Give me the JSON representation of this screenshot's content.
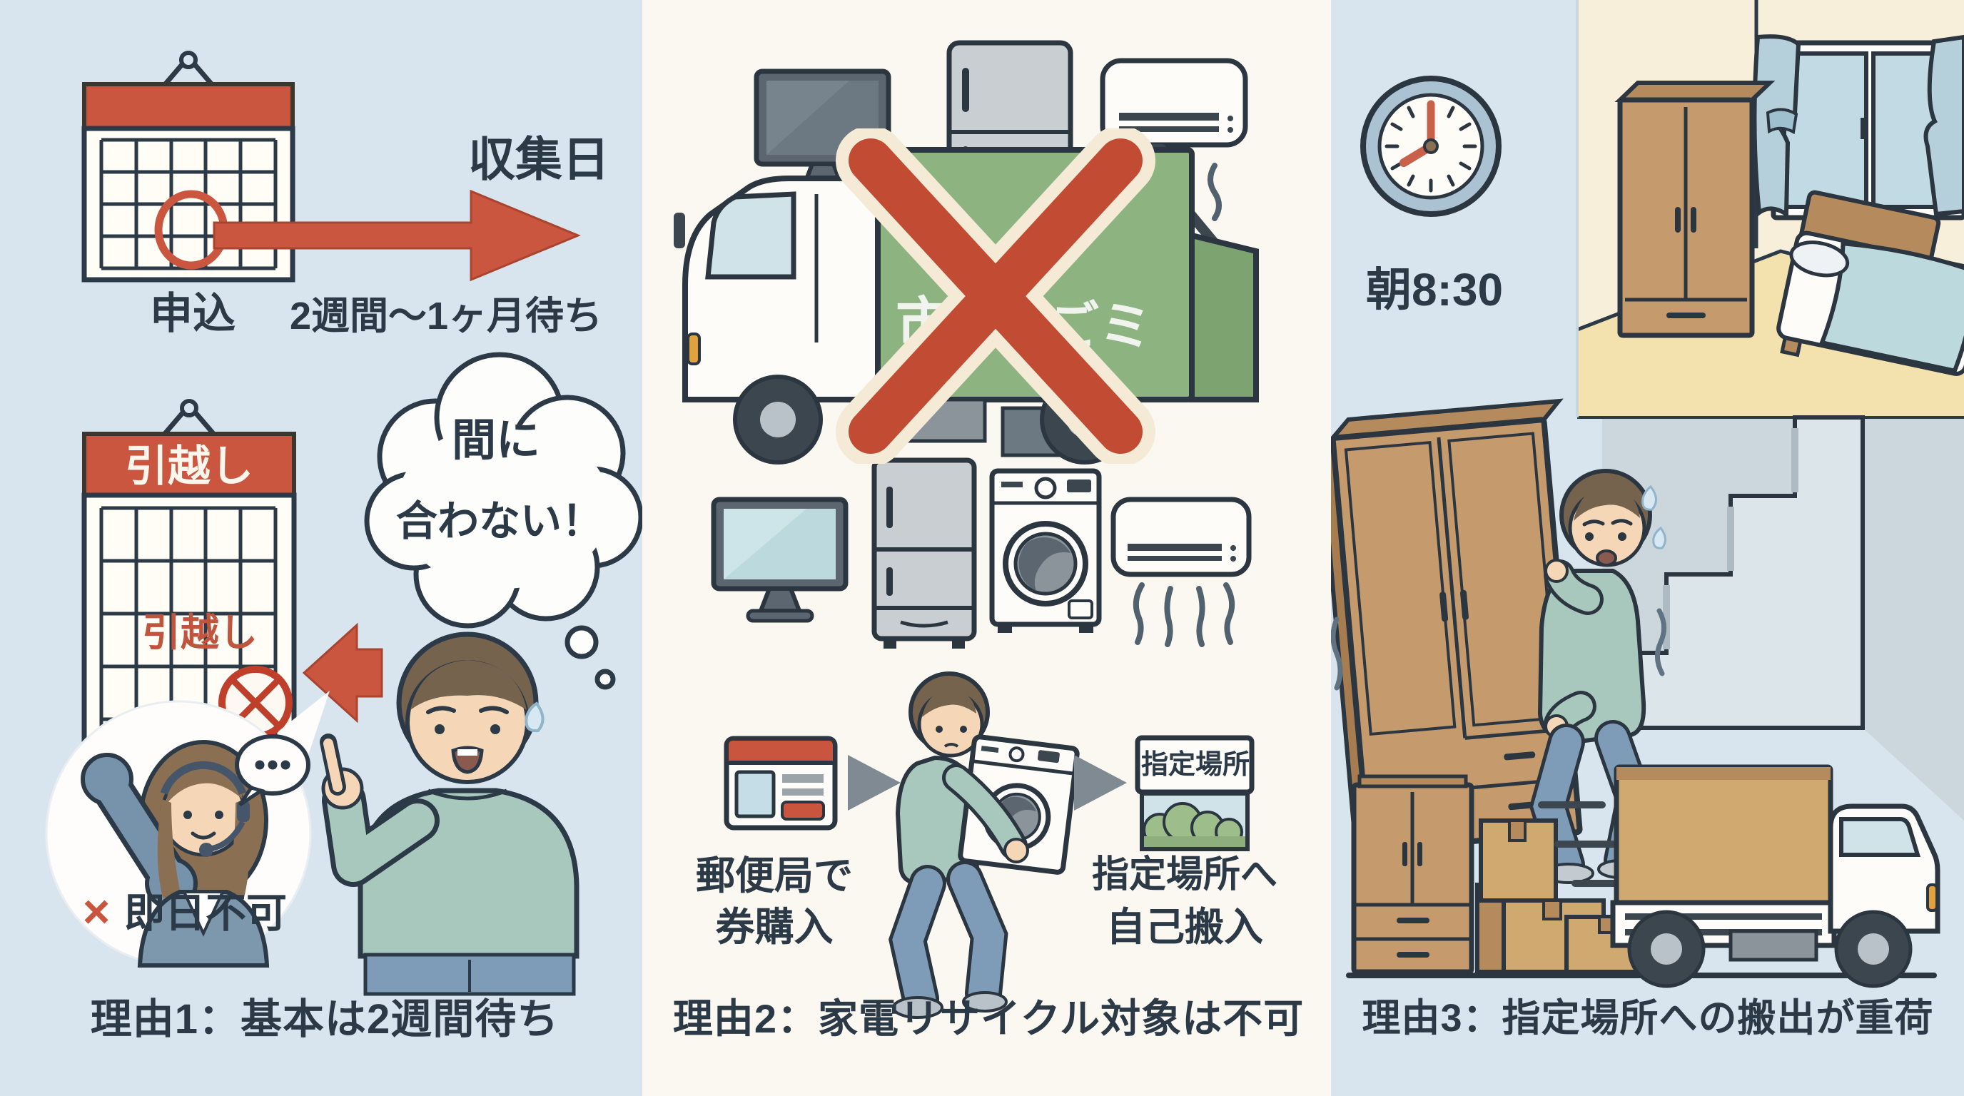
{
  "panel1": {
    "collection_day_label": "収集日",
    "apply_label": "申込",
    "wait_label": "2週間〜1ヶ月待ち",
    "moving_calendar_header": "引越し",
    "moving_calendar_cell": "引越し",
    "thought_line1": "間に",
    "thought_line2": "合わない！",
    "x_mark": "×",
    "same_day_label": "即日不可",
    "caption": "理由1：基本は2週間待ち"
  },
  "panel2": {
    "truck_text_left": "市",
    "truck_text_right": "ごミ",
    "step1_line1": "郵便局で",
    "step1_line2": "券購入",
    "sign_label": "指定場所",
    "step3_line1": "指定場所へ",
    "step3_line2": "自己搬入",
    "caption": "理由2：家電リサイクル対象は不可"
  },
  "panel3": {
    "time_label": "朝8:30",
    "caption": "理由3：指定場所への搬出が重荷"
  },
  "colors": {
    "accent_red": "#c9553e",
    "text_navy": "#2c3a47",
    "panel_blue": "#d8e5ee",
    "panel_cream": "#faf8f1",
    "truck_green": "#8db381",
    "wood_brown": "#c59a6d"
  }
}
